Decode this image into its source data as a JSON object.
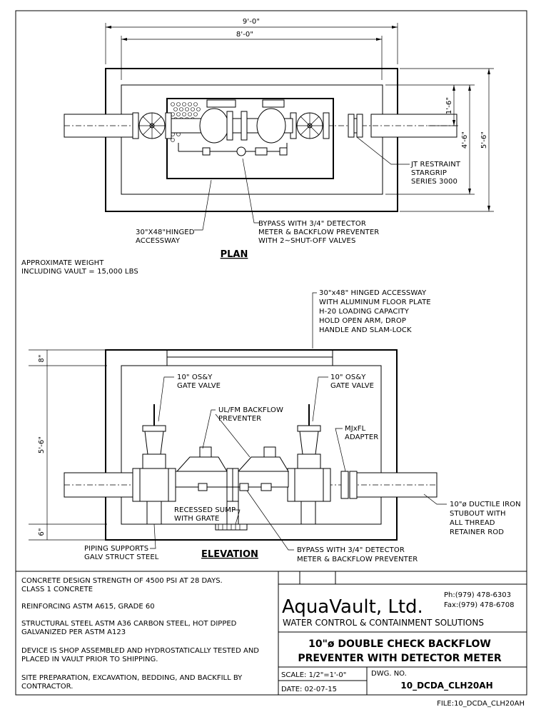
{
  "plan": {
    "dims": {
      "outer_width": "9'-0\"",
      "inner_width": "8'-0\"",
      "dim_1_6": "1'-6\"",
      "dim_4_6": "4'-6\"",
      "dim_5_6": "5'-6\""
    },
    "callout_restraint": [
      "JT RESTRAINT",
      "STARGRIP",
      "SERIES 3000"
    ],
    "callout_accessway": [
      "30\"X48\"HINGED",
      "ACCESSWAY"
    ],
    "callout_bypass": [
      "BYPASS WITH 3/4\" DETECTOR",
      "METER & BACKFLOW PREVENTER",
      "WITH 2~SHUT-OFF VALVES"
    ],
    "title": "PLAN"
  },
  "weight_note": [
    "APPROXIMATE WEIGHT",
    "INCLUDING VAULT = 15,000 LBS"
  ],
  "elevation": {
    "callout_accessway": [
      "30\"x48\" HINGED ACCESSWAY",
      "WITH ALUMINUM FLOOR PLATE",
      "H-20 LOADING CAPACITY",
      "HOLD OPEN ARM, DROP",
      "HANDLE AND SLAM-LOCK"
    ],
    "dims": {
      "top_8": "8\"",
      "mid_5_6": "5'-6\"",
      "bottom_6": "6\""
    },
    "gate_valve_left": [
      "10\" OS&Y",
      "GATE VALVE"
    ],
    "gate_valve_right": [
      "10\" OS&Y",
      "GATE VALVE"
    ],
    "backflow": [
      "UL/FM BACKFLOW",
      "PREVENTER"
    ],
    "adapter": [
      "MJxFL",
      "ADAPTER"
    ],
    "stubout": [
      "10\"ø DUCTILE IRON",
      "STUBOUT WITH",
      "ALL THREAD",
      "RETAINER ROD"
    ],
    "sump": [
      "RECESSED SUMP",
      "WITH GRATE"
    ],
    "supports": [
      "PIPING SUPPORTS",
      "GALV STRUCT STEEL"
    ],
    "bypass": [
      "BYPASS WITH 3/4\" DETECTOR",
      "METER & BACKFLOW PREVENTER"
    ],
    "title": "ELEVATION"
  },
  "notes": [
    [
      "CONCRETE DESIGN STRENGTH OF 4500 PSI AT 28 DAYS.",
      "CLASS 1 CONCRETE"
    ],
    [
      "REINFORCING ASTM A615, GRADE 60"
    ],
    [
      "STRUCTURAL STEEL ASTM A36 CARBON STEEL, HOT DIPPED",
      "GALVANIZED PER ASTM A123"
    ],
    [
      "DEVICE IS SHOP ASSEMBLED AND HYDROSTATICALLY TESTED AND",
      "PLACED IN VAULT PRIOR TO SHIPPING."
    ],
    [
      "SITE PREPARATION, EXCAVATION, BEDDING, AND BACKFILL BY",
      "CONTRACTOR."
    ]
  ],
  "title_block": {
    "company": "AquaVault, Ltd.",
    "phone": "Ph:(979) 478-6303",
    "fax": "Fax:(979) 478-6708",
    "tagline": "WATER CONTROL & CONTAINMENT SOLUTIONS",
    "drawing_title": [
      "10\"ø DOUBLE CHECK BACKFLOW",
      "PREVENTER WITH DETECTOR METER"
    ],
    "scale": "SCALE:  1/2\"=1'-0\"",
    "date": "DATE:   02-07-15",
    "dwg_no_label": "DWG. NO.",
    "dwg_no": "10_DCDA_CLH20AH"
  },
  "file_label": "FILE:10_DCDA_CLH20AH"
}
